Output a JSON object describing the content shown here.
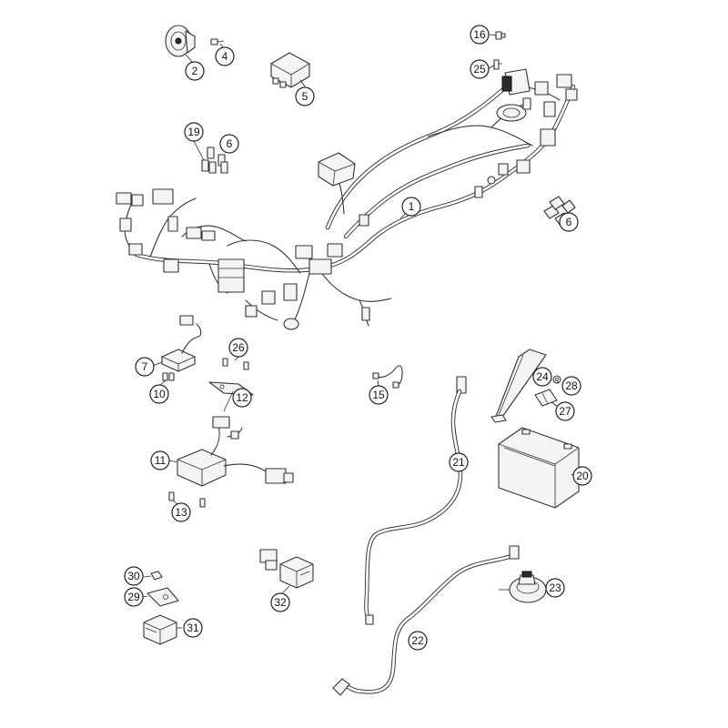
{
  "colors": {
    "line": "#333333",
    "background": "#ffffff"
  },
  "callouts": [
    {
      "id": "2",
      "label": "2"
    },
    {
      "id": "4",
      "label": "4"
    },
    {
      "id": "5",
      "label": "5"
    },
    {
      "id": "16",
      "label": "16"
    },
    {
      "id": "25",
      "label": "25"
    },
    {
      "id": "19",
      "label": "19"
    },
    {
      "id": "6a",
      "label": "6"
    },
    {
      "id": "1",
      "label": "1"
    },
    {
      "id": "6b",
      "label": "6"
    },
    {
      "id": "7",
      "label": "7"
    },
    {
      "id": "26",
      "label": "26"
    },
    {
      "id": "10",
      "label": "10"
    },
    {
      "id": "12",
      "label": "12"
    },
    {
      "id": "15",
      "label": "15"
    },
    {
      "id": "24",
      "label": "24"
    },
    {
      "id": "28",
      "label": "28"
    },
    {
      "id": "27",
      "label": "27"
    },
    {
      "id": "11",
      "label": "11"
    },
    {
      "id": "21",
      "label": "21"
    },
    {
      "id": "20",
      "label": "20"
    },
    {
      "id": "13",
      "label": "13"
    },
    {
      "id": "30",
      "label": "30"
    },
    {
      "id": "29",
      "label": "29"
    },
    {
      "id": "32",
      "label": "32"
    },
    {
      "id": "23",
      "label": "23"
    },
    {
      "id": "31",
      "label": "31"
    },
    {
      "id": "22",
      "label": "22"
    }
  ]
}
